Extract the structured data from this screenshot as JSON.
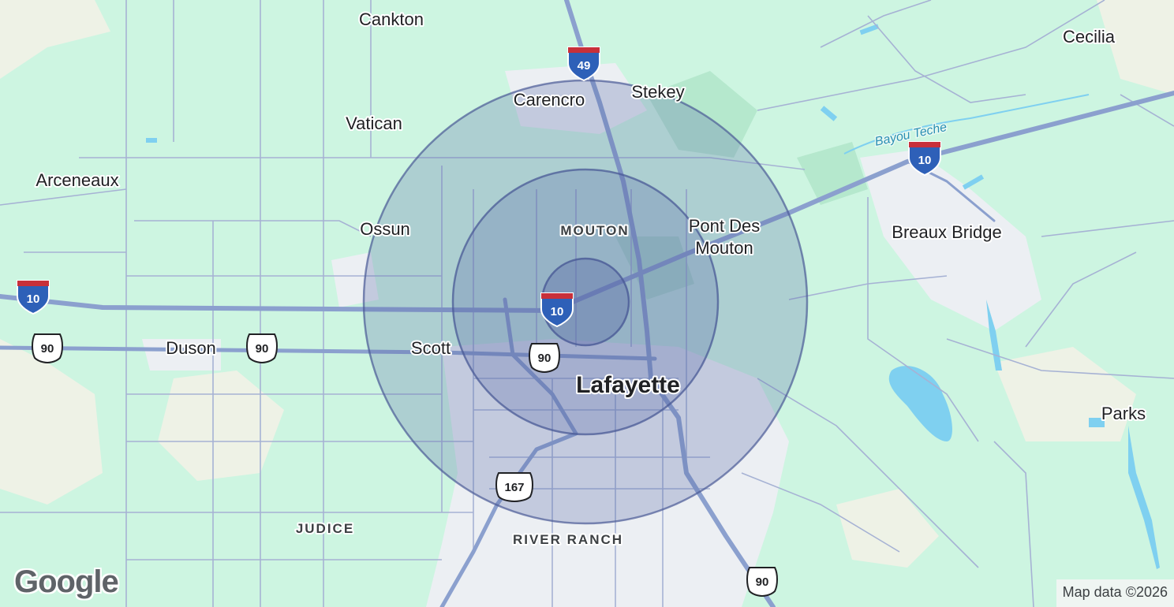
{
  "map": {
    "places": {
      "cankton": "Cankton",
      "cecilia": "Cecilia",
      "carencro": "Carencro",
      "stekey": "Stekey",
      "vatican": "Vatican",
      "arceneaux": "Arceneaux",
      "ossun": "Ossun",
      "mouton": "MOUTON",
      "pont_des_mouton_1": "Pont Des",
      "pont_des_mouton_2": "Mouton",
      "breaux_bridge": "Breaux Bridge",
      "duson": "Duson",
      "scott": "Scott",
      "lafayette": "Lafayette",
      "parks": "Parks",
      "judice": "JUDICE",
      "river_ranch": "RIVER RANCH"
    },
    "water_labels": {
      "bayou_teche": "Bayou Teche"
    },
    "shields": {
      "i49": "49",
      "i10_west": "10",
      "i10_center": "10",
      "i10_east": "10",
      "us90_west": "90",
      "us90_mid": "90",
      "us90_center": "90",
      "us167": "167",
      "us90_south": "90"
    },
    "colors": {
      "land": "#cdf5e1",
      "forest": "#a8e3c4",
      "urban": "#f1f3f4",
      "road": "#8fa4c8",
      "highway": "#7f95c4",
      "water": "#7fd0f0",
      "radius_fill": "#5a6aa8",
      "radius_stroke": "#4a5a96"
    },
    "google_logo": "Google",
    "attribution": "Map data ©2026"
  }
}
